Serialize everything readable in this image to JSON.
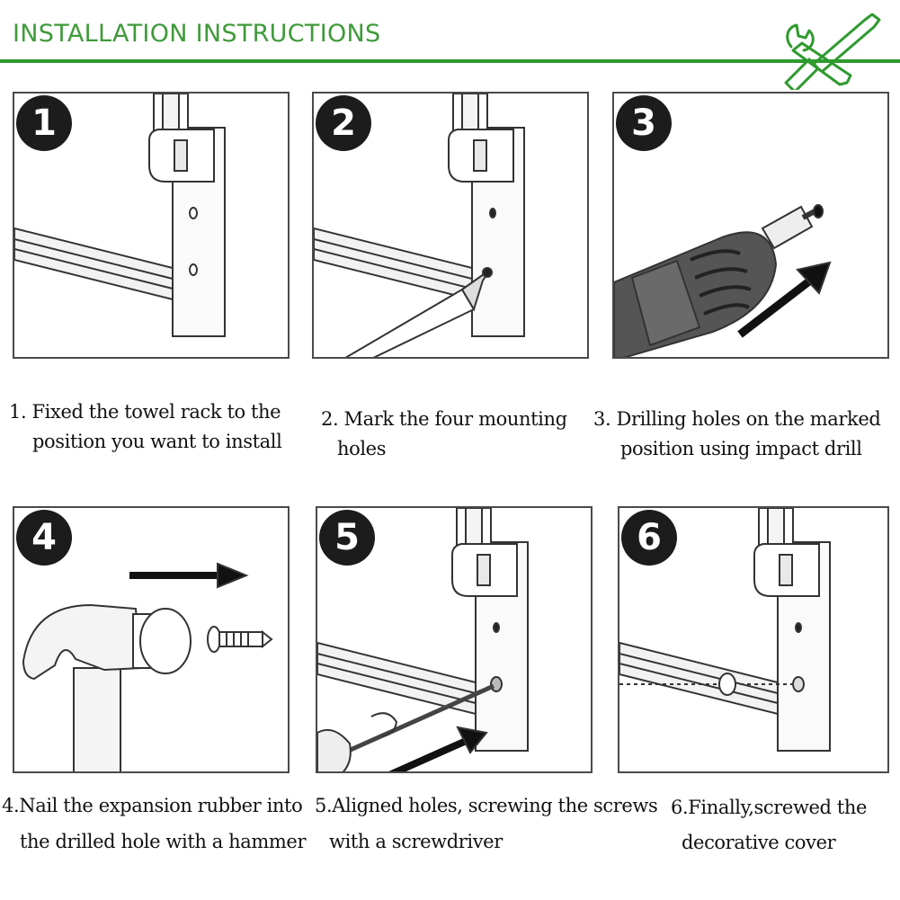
{
  "header": {
    "title": "INSTALLATION INSTRUCTIONS",
    "accent_color": "#2f9a2f",
    "icon": "screwdriver-wrench-icon"
  },
  "steps": [
    {
      "number": "1",
      "caption_lines": [
        "1. Fixed the towel rack to the",
        "position you want to install"
      ]
    },
    {
      "number": "2",
      "caption_lines": [
        "2. Mark the four mounting",
        "holes"
      ]
    },
    {
      "number": "3",
      "caption_lines": [
        "3. Drilling holes on the marked",
        "position using impact drill"
      ]
    },
    {
      "number": "4",
      "caption_lines": [
        "4.Nail the expansion rubber into",
        "the drilled hole with a hammer"
      ]
    },
    {
      "number": "5",
      "caption_lines": [
        "5.Aligned holes, screwing the screws",
        "with a screwdriver"
      ]
    },
    {
      "number": "6",
      "caption_lines": [
        "6.Finally,screwed the",
        "decorative cover"
      ]
    }
  ]
}
